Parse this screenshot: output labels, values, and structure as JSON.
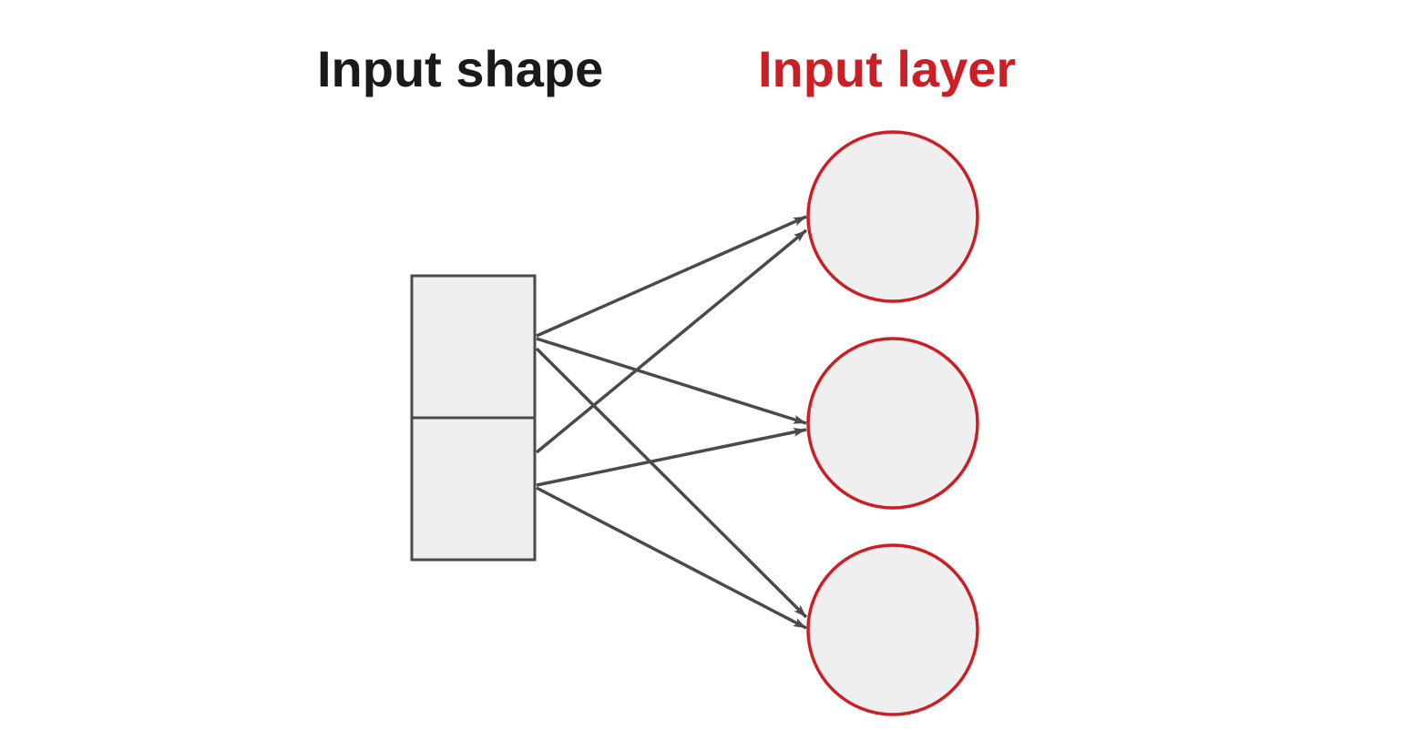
{
  "headings": {
    "input_shape": "Input shape",
    "input_layer": "Input layer"
  },
  "colors": {
    "shape_heading": "#1a1a1a",
    "layer_heading": "#cc1f25",
    "edge": "#4a4a4a",
    "node_fill": "#efefef",
    "neuron_stroke": "#cc1f25"
  },
  "diagram": {
    "input_shape_cells": 2,
    "input_layer_neurons": 3,
    "connections": [
      {
        "from_cell": 1,
        "to_neuron": 1
      },
      {
        "from_cell": 1,
        "to_neuron": 2
      },
      {
        "from_cell": 1,
        "to_neuron": 3
      },
      {
        "from_cell": 2,
        "to_neuron": 1
      },
      {
        "from_cell": 2,
        "to_neuron": 2
      },
      {
        "from_cell": 2,
        "to_neuron": 3
      }
    ]
  }
}
